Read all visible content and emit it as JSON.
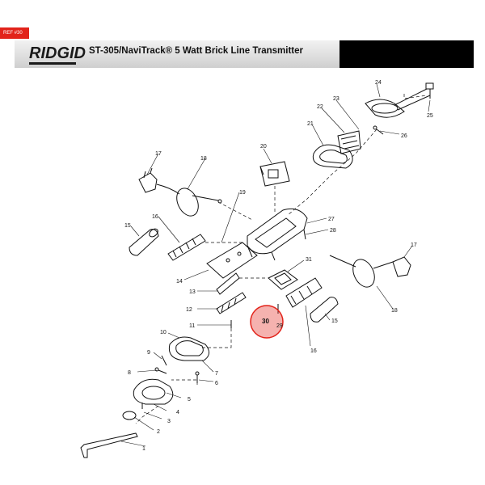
{
  "ref_tag": "REF #30",
  "header": {
    "brand": "RIDGID",
    "title": "ST-305/NaviTrack® 5 Watt Brick Line Transmitter"
  },
  "callouts": [
    "1",
    "2",
    "3",
    "4",
    "5",
    "6",
    "7",
    "8",
    "9",
    "10",
    "11",
    "12",
    "13",
    "14",
    "15",
    "15",
    "16",
    "16",
    "17",
    "17",
    "18",
    "18",
    "19",
    "20",
    "21",
    "22",
    "23",
    "24",
    "25",
    "26",
    "27",
    "28",
    "29",
    "30",
    "31"
  ],
  "highlight": {
    "label": "30",
    "color": "#e2231a"
  },
  "colors": {
    "accent": "#e2231a",
    "line": "#111111"
  }
}
